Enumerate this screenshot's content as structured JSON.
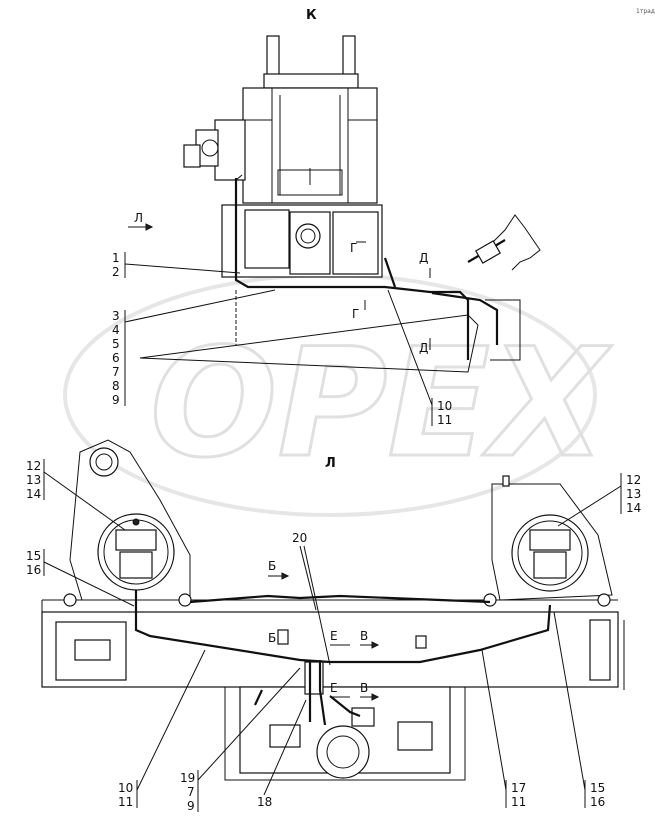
{
  "watermark": "OPEX",
  "corner_code": "1трад",
  "view_labels": {
    "top_view": "К",
    "bottom_view": "Л",
    "arrow_l": "Л",
    "sec_d1": "Д",
    "sec_d2": "Д",
    "sec_g1": "Г",
    "sec_g2": "Г",
    "sec_b1": "Б",
    "sec_b2": "Б",
    "sec_e1": "Е",
    "sec_e2": "Е",
    "sec_v1": "В",
    "sec_v2": "В"
  },
  "callouts": {
    "c1": "1",
    "c2": "2",
    "c3": "3",
    "c4": "4",
    "c5": "5",
    "c6": "6",
    "c7": "7",
    "c8": "8",
    "c9": "9",
    "c10a": "10",
    "c11a": "11",
    "l12": "12",
    "l13": "13",
    "l14": "14",
    "l15": "15",
    "l16": "16",
    "r12": "12",
    "r13": "13",
    "r14": "14",
    "c20": "20",
    "b10": "10",
    "b11": "11",
    "b19": "19",
    "b7": "7",
    "b9": "9",
    "b18": "18",
    "b17": "17",
    "b11b": "11",
    "b15": "15",
    "b16": "16"
  }
}
